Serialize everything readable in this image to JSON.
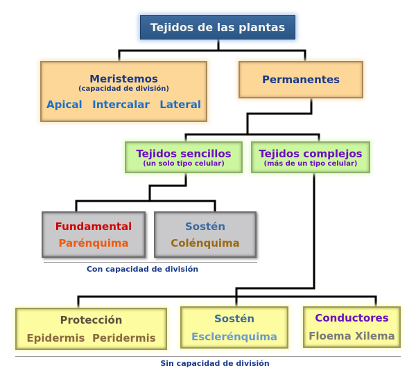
{
  "title": "Tejidos de las plantas",
  "meristemos": {
    "title": "Meristemos",
    "subtitle": "(capacidad de división)",
    "types": [
      "Apical",
      "Intercalar",
      "Lateral"
    ]
  },
  "permanentes": {
    "title": "Permanentes"
  },
  "sencillos": {
    "title": "Tejidos sencillos",
    "subtitle": "(un solo tipo celular)"
  },
  "complejos": {
    "title": "Tejidos complejos",
    "subtitle": "(más de un tipo celular)"
  },
  "fundamental": {
    "title": "Fundamental",
    "tissue": "Parénquima"
  },
  "sosten_sencillo": {
    "title": "Sostén",
    "tissue": "Colénquima"
  },
  "con_division": "Con capacidad de división",
  "proteccion": {
    "title": "Protección",
    "tissues": [
      "Epidermis",
      "Peridermis"
    ]
  },
  "sosten_complejo": {
    "title": "Sostén",
    "tissue": "Esclerénquima"
  },
  "conductores": {
    "title": "Conductores",
    "tissues": [
      "Floema",
      "Xilema"
    ]
  },
  "sin_division": "Sin capacidad de división",
  "colors": {
    "navy": "#1a3a8a",
    "blue": "#1a6fc9",
    "purple": "#6a0fc0",
    "red": "#d00000",
    "orange": "#f05a10",
    "steel": "#3a6aa0",
    "brown": "#9a6a10",
    "olive": "#6b5a3a",
    "lightblue": "#6a9ad0",
    "gray": "#7a7a7a"
  }
}
